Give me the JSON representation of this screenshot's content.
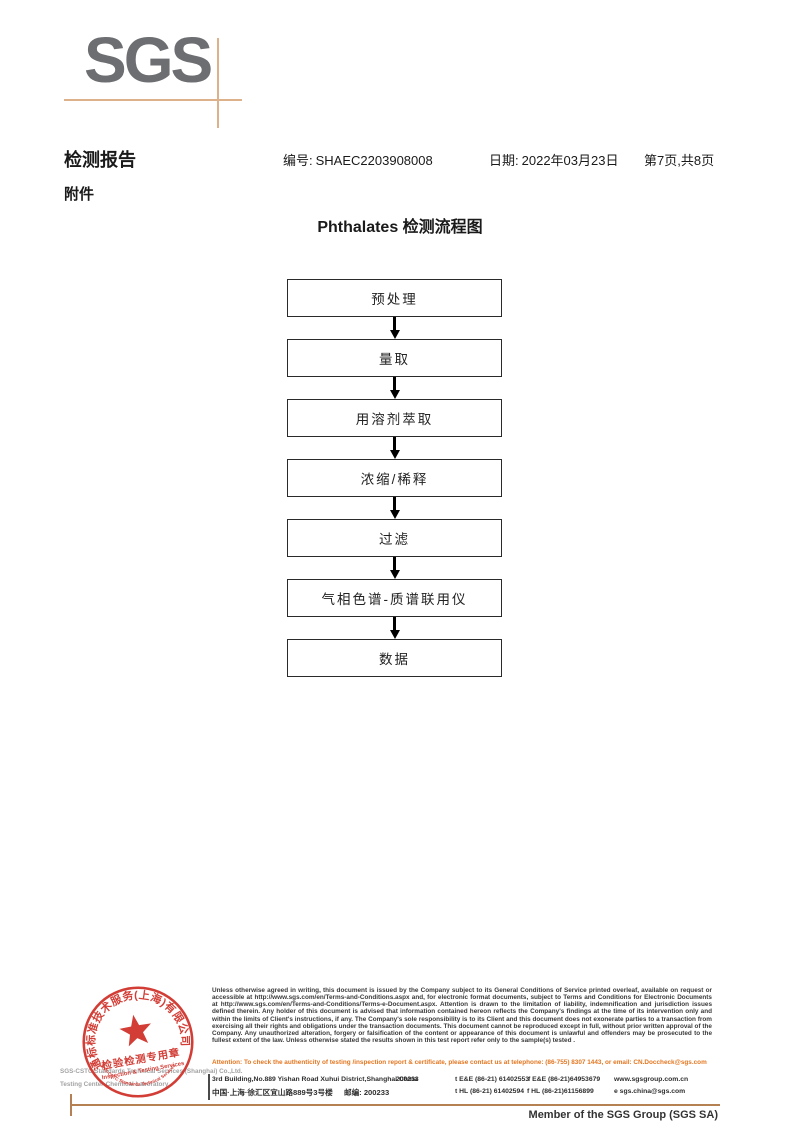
{
  "logo": {
    "text": "SGS"
  },
  "header": {
    "report_title": "检测报告",
    "report_no_label": "编号:",
    "report_no": "SHAEC2203908008",
    "date_label": "日期:",
    "date": "2022年03月23日",
    "page_info": "第7页,共8页",
    "attachment": "附件"
  },
  "flowchart": {
    "title": "Phthalates 检测流程图",
    "steps": [
      "预处理",
      "量取",
      "用溶剂萃取",
      "浓缩/稀释",
      "过滤",
      "气相色谱-质谱联用仪",
      "数据"
    ]
  },
  "stamp": {
    "arc_text": "通标标准技术服务(上海)有限公司",
    "line1": "检验检测专用章",
    "line2": "Inspection & Testing Services",
    "bottom_arc_text": "SGS-CSTC Standards Technical Services",
    "company_en": "SGS-CSTC Standards Technical Services (Shanghai) Co.,Ltd.",
    "lab_en": "Testing Center-Chemical Laboratory"
  },
  "footer": {
    "legal": "Unless otherwise agreed in writing, this document is issued by the Company subject to its General Conditions of Service printed overleaf, available on request or accessible at http://www.sgs.com/en/Terms-and-Conditions.aspx and, for electronic format documents, subject to Terms and Conditions for Electronic Documents at http://www.sgs.com/en/Terms-and-Conditions/Terms-e-Document.aspx. Attention is drawn to the limitation of liability, indemnification and jurisdiction issues defined therein. Any holder of this document is advised that information contained hereon reflects the Company's findings at the time of its intervention only and within the limits of Client's instructions, if any. The Company's sole responsibility is to its Client and this document does not exonerate parties to a transaction from exercising all their rights and obligations under the transaction documents. This document cannot be reproduced except in full, without prior written approval of the Company. Any unauthorized alteration, forgery or falsification of the content or appearance of this document is unlawful and offenders may be prosecuted to the fullest extent of the law. Unless otherwise stated the results shown in this test report refer only to the sample(s) tested .",
    "attention": "Attention: To check the authenticity of testing /inspection report & certificate, please contact us at telephone: (86-755) 8307 1443, or email: CN.Doccheck@sgs.com",
    "address_en": "3rd Building,No.889 Yishan Road Xuhui District,Shanghai China",
    "postcode_en": "200233",
    "tel_en": "t E&E (86-21) 61402553",
    "fax_en": "f E&E (86-21)64953679",
    "web": "www.sgsgroup.com.cn",
    "address_cn": "中国·上海·徐汇区宜山路889号3号楼",
    "postcode_cn": "邮编: 200233",
    "tel_cn": "t HL (86-21) 61402594",
    "fax_cn": "f HL (86-21)61156899",
    "email": "e  sgs.china@sgs.com",
    "member": "Member of the SGS Group (SGS SA)"
  },
  "colors": {
    "logo_gray": "#6d6e71",
    "crosshair_tan": "#ddb28a",
    "stamp_red": "#cf2e26",
    "attention_orange": "#e4761f",
    "rule_brown": "#b58052"
  }
}
